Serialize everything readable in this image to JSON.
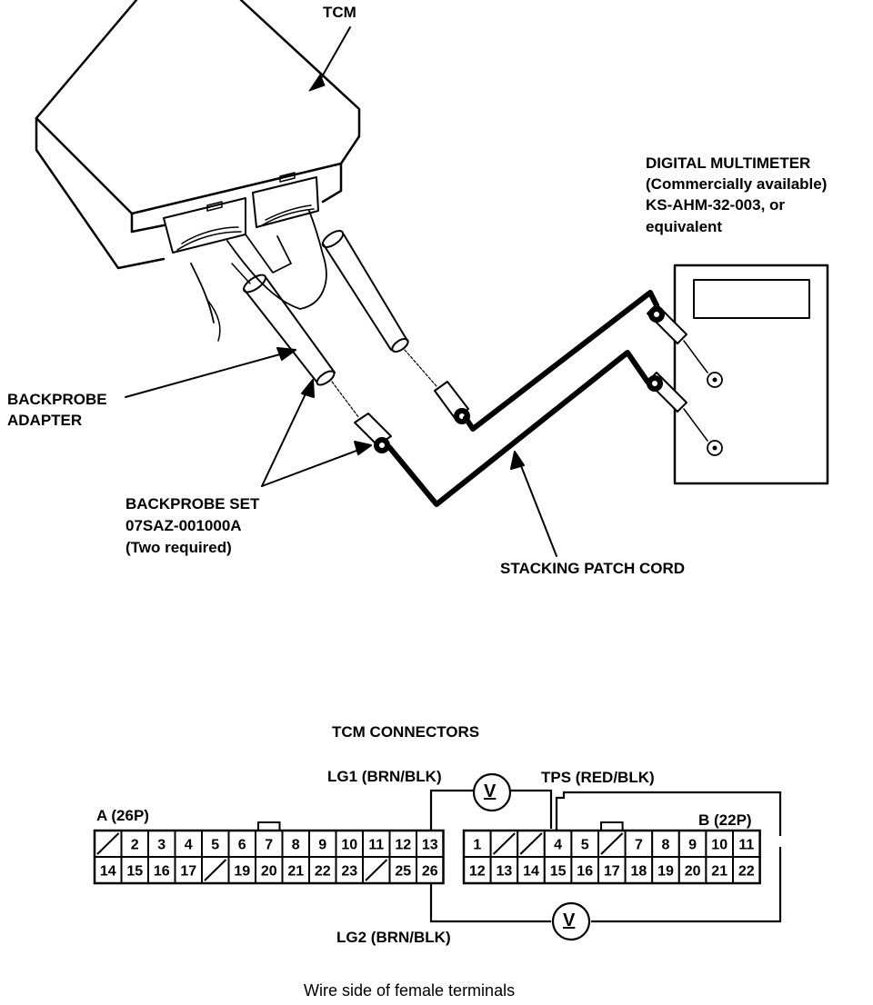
{
  "illustration": {
    "tcm_label": "TCM",
    "multimeter_lines": [
      "DIGITAL MULTIMETER",
      "(Commercially available)",
      "KS-AHM-32-003, or",
      "equivalent"
    ],
    "backprobe_adapter_lines": [
      "BACKPROBE",
      "ADAPTER"
    ],
    "backprobe_set_lines": [
      "BACKPROBE SET",
      "07SAZ-001000A",
      "(Two required)"
    ],
    "patch_cord_label": "STACKING PATCH CORD"
  },
  "connectors": {
    "title": "TCM CONNECTORS",
    "lg1_label": "LG1 (BRN/BLK)",
    "tps_label": "TPS (RED/BLK)",
    "lg2_label": "LG2 (BRN/BLK)",
    "voltmeter_symbol": "V",
    "connector_a": {
      "label": "A (26P)",
      "top_row": [
        "/",
        "2",
        "3",
        "4",
        "5",
        "6",
        "7",
        "8",
        "9",
        "10",
        "11",
        "12",
        "13"
      ],
      "bottom_row": [
        "14",
        "15",
        "16",
        "17",
        "/",
        "19",
        "20",
        "21",
        "22",
        "23",
        "/",
        "25",
        "26"
      ]
    },
    "connector_b": {
      "label": "B (22P)",
      "top_row": [
        "1",
        "/",
        "/",
        "4",
        "5",
        "/",
        "7",
        "8",
        "9",
        "10",
        "11"
      ],
      "bottom_row": [
        "12",
        "13",
        "14",
        "15",
        "16",
        "17",
        "18",
        "19",
        "20",
        "21",
        "22"
      ]
    },
    "caption": "Wire side of female terminals"
  }
}
